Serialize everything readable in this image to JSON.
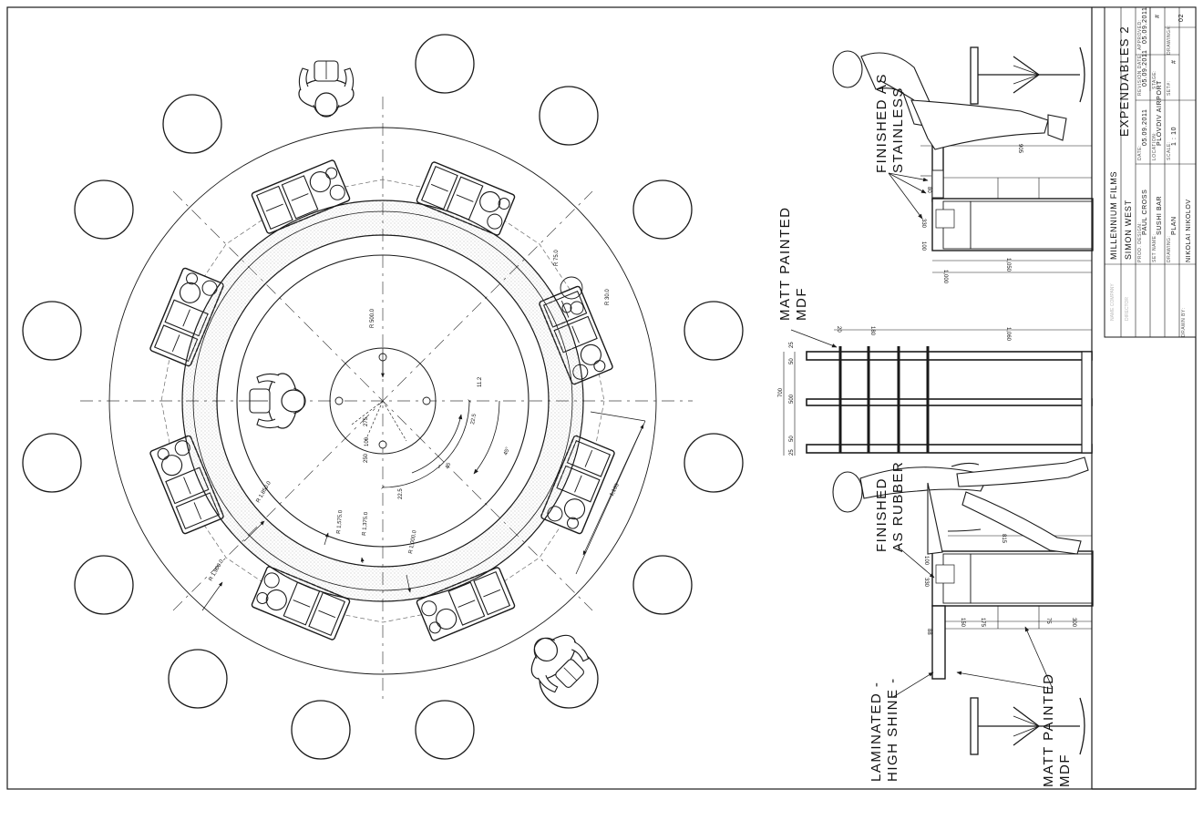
{
  "notes": {
    "matt_painted_top": "MATT PAINTED\nMDF",
    "finished_stainless": "FINISHED AS\nSTAINLESS",
    "finished_rubber": "FINISHED\nAS RUBBER",
    "laminated": "LAMINATED -\nHIGH SHINE -",
    "matt_painted_bottom": "MATT PAINTED\nMDF"
  },
  "plan_dimensions": {
    "r1900": "R 1,900.0",
    "r1850": "R 1,850.0",
    "r1575": "R 1,575.0",
    "r1375": "R 1,375.0",
    "r1000": "R 1,000.0",
    "r500": "R 500.0",
    "r75": "R 75.0",
    "r30": "R 30.0",
    "a225a": "22.5",
    "a225b": "22.5",
    "a45": "45",
    "a45deg": "45°",
    "a112": "11.2",
    "d275": "275",
    "d100": "100",
    "d250": "250",
    "d1133": "1,133"
  },
  "section_dimensions": {
    "d1050": "1,050",
    "d1000": "1,000",
    "d1060": "1,060",
    "d20": "20",
    "d180": "180",
    "d700": "700",
    "d500": "500",
    "d50a": "50",
    "d50b": "50",
    "d25a": "25",
    "d25b": "25",
    "d330a": "330",
    "d330b": "330",
    "d100a": "100",
    "d100b": "100",
    "d815": "815",
    "d905": "905",
    "d150": "150",
    "d175": "175",
    "d300": "300",
    "d75": "75",
    "d80": "80",
    "d88": "88"
  },
  "title_block": {
    "faint_label_1": "NAME COMPANY",
    "faint_label_2": "DIRECTOR",
    "company": "MILLENNIUM FILMS",
    "production": "EXPENDABLES 2",
    "director": "SIMON WEST",
    "date_label": "DATE:",
    "date": "05.09.2011",
    "revision_label": "REVISION DATE:",
    "revision_date": "05.09.2011",
    "approved_label": "APPROVED:",
    "approved_date": "05.09.2011",
    "prod_design_label": "PROD. DESIGN:",
    "prod_design": "PAUL CROSS",
    "location_label": "LOCATION:",
    "location": "PLOVDIV AIRPORT",
    "stage_label": "STAGE:",
    "set_name_label": "SET NAME:",
    "set_name": "SUSHI BAR",
    "scale_label": "SCALE:",
    "scale": "1 : 10",
    "set_label": "SET#:",
    "hash1": "#",
    "hash2": "#",
    "drawing_label": "DRAWING:",
    "drawing": "PLAN",
    "drawing_num_label": "DRAWING#:",
    "drawing_num": "02",
    "drawn_by_label": "DRAWN BY:",
    "drawn_by": "NIKOLAI NIKOLOV"
  },
  "colors": {
    "line": "#1a1a1a",
    "light_line": "#6a6a6a",
    "hatch": "#c8c8c8",
    "paper": "#ffffff"
  }
}
